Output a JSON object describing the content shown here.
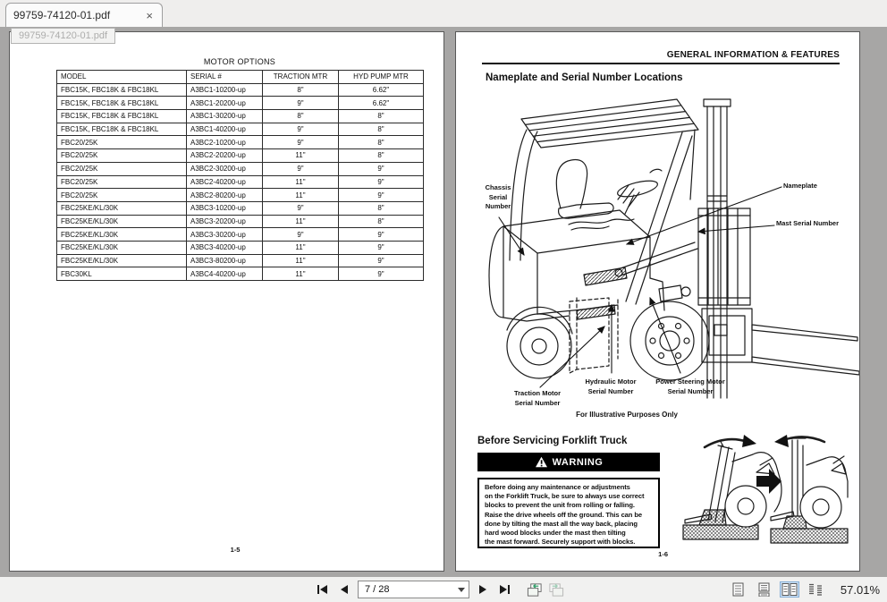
{
  "window": {
    "tab_title": "99759-74120-01.pdf",
    "close_icon": "×",
    "tooltip": "99759-74120-01.pdf"
  },
  "left_page": {
    "table_title": "MOTOR OPTIONS",
    "columns": [
      "MODEL",
      "SERIAL #",
      "TRACTION MTR",
      "HYD PUMP MTR"
    ],
    "rows": [
      [
        "FBC15K, FBC18K & FBC18KL",
        "A3BC1-10200-up",
        "8\"",
        "6.62\""
      ],
      [
        "FBC15K, FBC18K & FBC18KL",
        "A3BC1-20200-up",
        "9\"",
        "6.62\""
      ],
      [
        "FBC15K, FBC18K & FBC18KL",
        "A3BC1-30200-up",
        "8\"",
        "8\""
      ],
      [
        "FBC15K, FBC18K & FBC18KL",
        "A3BC1-40200-up",
        "9\"",
        "8\""
      ],
      [
        "FBC20/25K",
        "A3BC2-10200-up",
        "9\"",
        "8\""
      ],
      [
        "FBC20/25K",
        "A3BC2-20200-up",
        "11\"",
        "8\""
      ],
      [
        "FBC20/25K",
        "A3BC2-30200-up",
        "9\"",
        "9\""
      ],
      [
        "FBC20/25K",
        "A3BC2-40200-up",
        "11\"",
        "9\""
      ],
      [
        "FBC20/25K",
        "A3BC2-80200-up",
        "11\"",
        "9\""
      ],
      [
        "FBC25KE/KL/30K",
        "A3BC3-10200-up",
        "9\"",
        "8\""
      ],
      [
        "FBC25KE/KL/30K",
        "A3BC3-20200-up",
        "11\"",
        "8\""
      ],
      [
        "FBC25KE/KL/30K",
        "A3BC3-30200-up",
        "9\"",
        "9\""
      ],
      [
        "FBC25KE/KL/30K",
        "A3BC3-40200-up",
        "11\"",
        "9\""
      ],
      [
        "FBC25KE/KL/30K",
        "A3BC3-80200-up",
        "11\"",
        "9\""
      ],
      [
        "FBC30KL",
        "A3BC4-40200-up",
        "11\"",
        "9\""
      ]
    ],
    "page_number": "1-5"
  },
  "right_page": {
    "header": "GENERAL INFORMATION & FEATURES",
    "section_title": "Nameplate and Serial Number Locations",
    "labels": {
      "chassis": "Chassis\nSerial\nNumber",
      "nameplate": "Nameplate",
      "mast": "Mast Serial Number",
      "traction": "Traction Motor\nSerial Number",
      "hydraulic": "Hydraulic Motor\nSerial Number",
      "power_steering": "Power Steering Motor\nSerial Number"
    },
    "illustrative_note": "For Illustrative Purposes Only",
    "before_servicing": {
      "title": "Before Servicing Forklift Truck",
      "warning_label": "WARNING",
      "warning_text": "Before doing any maintenance or adjustments\non the Forklift Truck, be sure to always use correct\nblocks to prevent the unit from rolling or falling.\nRaise the drive wheels off the ground. This can be\ndone by tilting the mast all the way back, placing\nhard wood blocks under the mast then tilting\nthe mast forward. Securely support with blocks."
    },
    "page_number": "1-6"
  },
  "toolbar": {
    "page_field": "7 / 28",
    "zoom_level": "57.01%"
  },
  "colors": {
    "viewer_bg": "#a7a6a5",
    "page_bg": "#ffffff",
    "warning_bar": "#000000",
    "active_view_highlight": "#cfe3f6",
    "view_arrow_green": "#2f9e68"
  }
}
